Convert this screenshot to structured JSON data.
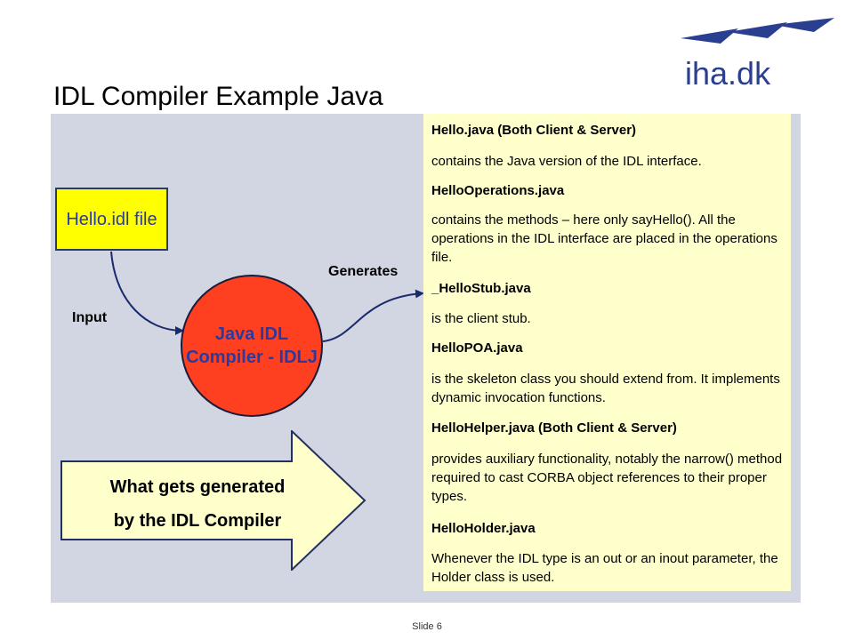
{
  "header": {
    "title": "IDL Compiler Example Java",
    "logo_text": "iha.dk"
  },
  "diagram": {
    "input_file": "Hello.idl file",
    "compiler": "Java IDL Compiler - IDLJ",
    "input_label": "Input",
    "generates_label": "Generates",
    "arrow_text_line1": "What gets generated",
    "arrow_text_line2": "by the IDL Compiler"
  },
  "generated_files": [
    {
      "heading": "Hello.java (Both Client & Server)",
      "description": "contains the Java version of the IDL interface."
    },
    {
      "heading": "HelloOperations.java",
      "description": "contains the methods – here only sayHello(). All the operations in the IDL interface are placed in the operations file."
    },
    {
      "heading": "_HelloStub.java",
      "description": "is the client stub."
    },
    {
      "heading": "HelloPOA.java",
      "description": "is the skeleton class you should extend from. It implements dynamic invocation functions."
    },
    {
      "heading": "HelloHelper.java (Both Client & Server)",
      "description": "provides auxiliary functionality, notably the narrow() method required to cast CORBA object references to their proper types."
    },
    {
      "heading": "HelloHolder.java",
      "description": "Whenever the IDL type is an out or an inout parameter, the Holder class is used."
    }
  ],
  "footer": {
    "slide_label": "Slide 6"
  }
}
